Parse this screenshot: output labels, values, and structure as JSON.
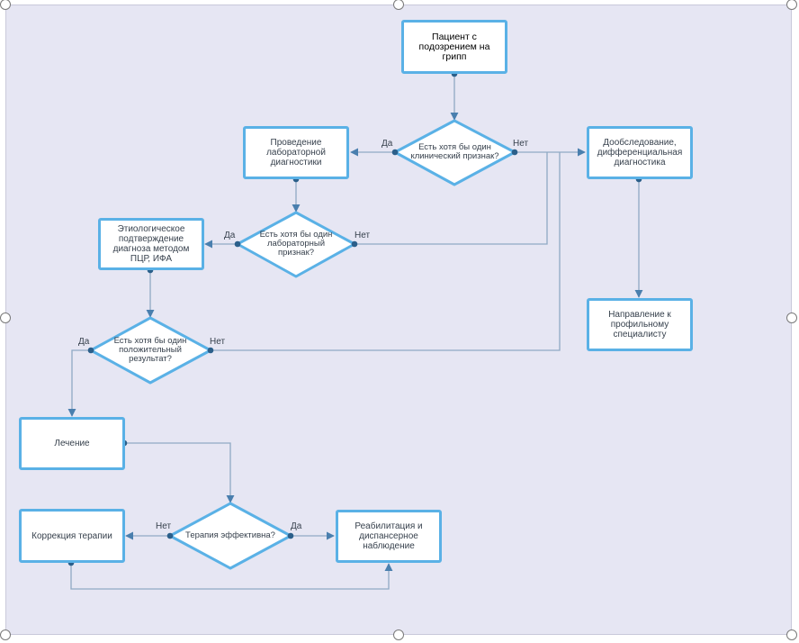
{
  "nodes": {
    "patient": "Пациент с подозрением на грипп",
    "q_clinical": "Есть хотя бы один клинический признак?",
    "lab_diag": "Проведение лабораторной диагностики",
    "extra_exam": "Дообследование, дифференциальная диагностика",
    "q_lab": "Есть хотя бы один лабораторный признак?",
    "etiology": "Этиологическое подтверждение диагноза методом ПЦР, ИФА",
    "referral": "Направление к профильному специалисту",
    "q_positive": "Есть хотя бы один положительный результат?",
    "treatment": "Лечение",
    "q_effective": "Терапия эффективна?",
    "correction": "Коррекция терапии",
    "rehab": "Реабилитация и диспансерное наблюдение"
  },
  "edge_labels": {
    "yes": "Да",
    "no": "Нет"
  },
  "colors": {
    "node_border": "#5ab1e6",
    "connector": "#8fa9c4",
    "dot": "#2b5f8a",
    "canvas": "#e6e6f3"
  }
}
